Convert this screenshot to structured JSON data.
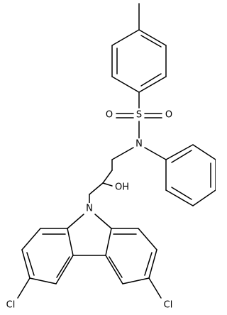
{
  "molecule": {
    "atom_labels": {
      "sulfur": "S",
      "oxygen_left": "O",
      "oxygen_right": "O",
      "sulfonamide_nitrogen": "N",
      "hydroxyl": "OH",
      "carbazole_nitrogen": "N",
      "chlorine_left": "Cl",
      "chlorine_right": "Cl"
    }
  }
}
